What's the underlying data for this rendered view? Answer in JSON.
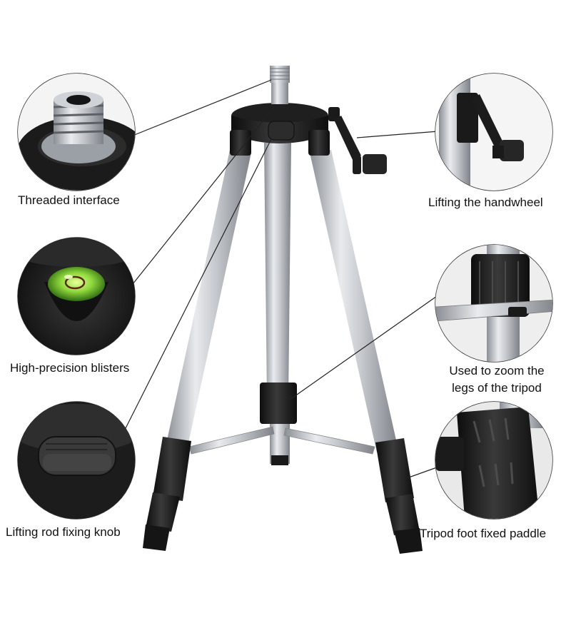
{
  "callouts": {
    "threaded_interface": {
      "label": "Threaded interface"
    },
    "lifting_handwheel": {
      "label": "Lifting the handwheel"
    },
    "high_precision_blisters": {
      "label": "High-precision blisters"
    },
    "zoom_legs": {
      "label_line1": "Used to zoom the",
      "label_line2": "legs of the tripod"
    },
    "rod_fixing_knob": {
      "label": "Lifting rod fixing knob"
    },
    "foot_fixed_paddle": {
      "label": "Tripod foot fixed paddle"
    }
  },
  "colors": {
    "background": "#ffffff",
    "aluminium": "#c8cbd0",
    "plastic": "#1c1c1c",
    "bubble_green": "#7bd13a",
    "leader_line": "#222222"
  }
}
